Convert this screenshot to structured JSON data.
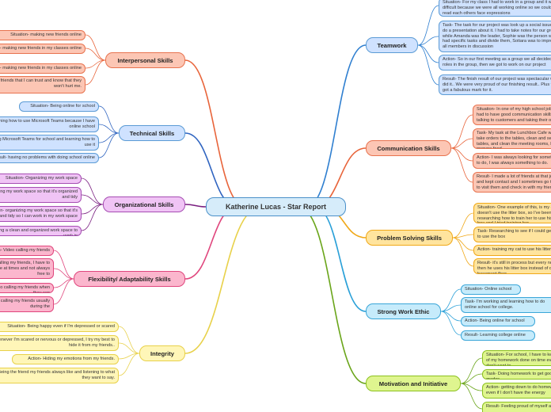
{
  "center": {
    "label": "Katherine Lucas - Star Report"
  },
  "branches": {
    "teamwork": {
      "label": "Teamwork",
      "items": [
        "Situation- For my class I had to work in a group and it was difficult because we were all working online so we couldn't read each others face expressions",
        "Task- The task for our project was look up a social issue and do a presentation about it. I had to take notes for our group while Amanda was the leader, Sophie was the person who had specific tasks and divide them, Sotiara was to improve all members in discussion",
        "Action- So in our first meeting as a group we all decided our roles in the group, then we got to work on our project",
        "Result- The finish result of our project was spectacular we did it.. We were very proud of our finishing result.. Plus we got a fabulous mark for it."
      ]
    },
    "communication": {
      "label": "Communication Skills",
      "items": [
        "Situation- In one of my high school jobs I had to have good communication skills by talking to customers and taking their orders",
        "Task- My task at the Lunchbox Cafe was to take orders to the tables, clean and set up tables, and clean the meeting rooms, help prepare food",
        "Action- I was always looking for something to do, I was always something to do.",
        "Result- I made a lot of friends at that job and kept contact and I sometimes go there to visit them and check in with my friends."
      ]
    },
    "problem": {
      "label": "Problem Solving Skills",
      "items": [
        "Situation- One example of this, is my cat doesn't use the litter box, so I've been researching how to train her to use his litter box and I tried training her.",
        "Task- Researching to see if I could get him to use the box",
        "Action- training my cat to use his litter box",
        "Result- it's still in process but every now and then he uses his litter box instead of our basement floor."
      ]
    },
    "workethic": {
      "label": "Strong Work Ethic",
      "items": [
        "Situation- Online school",
        "Task- I'm working and learning how to do online school for college.",
        "Action- Being online for school",
        "Result- Learning college online"
      ]
    },
    "motivation": {
      "label": "Motivation and Initiative",
      "items": [
        "Situation- For school, I have to keep all of my homework done on time even if I don't want to",
        "Task- Doing homework to get good grades",
        "Action- getting down to do homework even if I don't have the energy",
        "Result- Feeling proud of myself after"
      ]
    },
    "interpersonal": {
      "label": "Interpersonal Skills",
      "items": [
        "Situation- making new friends online",
        "Task- making new friends in my classes online",
        "Action- making new friends in my classes online",
        "Result- friends that I can trust and know that they won't hurt me."
      ]
    },
    "technical": {
      "label": "Technical Skills",
      "items": [
        "Situation- Being online for school",
        "Task- learning how to use Microsoft Teams because I have online school",
        "Action- using Microsoft Teams for school and learning how to use it",
        "Result- having no problems with doing school online"
      ]
    },
    "organizational": {
      "label": "Organizational Skills",
      "items": [
        "Situation- Organizing my work space",
        "Task- organizing my work space so that it's organized and tidy",
        "Action- organizing my work space so that it's organized and tidy so I can work in my work space",
        "Result- having a clean and organized work space to work in"
      ]
    },
    "flexibility": {
      "label": "Flexibility/ Adaptability Skills",
      "items": [
        "Situation- Video calling my friends",
        "Task- video calling my friends, I have to be available at times and not always free to",
        "Action- video calling my friends when they can",
        "Result- video calling my friends usually during the"
      ]
    },
    "integrity": {
      "label": "Integrity",
      "items": [
        "Situation- Being happy even if I'm depressed or scared",
        "Task- Whenever I'm scared or nervous or depressed, I try my best to hide it from my friends..",
        "Action- Hiding my emotions from my friends.",
        "Result- Being the friend my friends always like and listening to what they want to say."
      ]
    }
  }
}
